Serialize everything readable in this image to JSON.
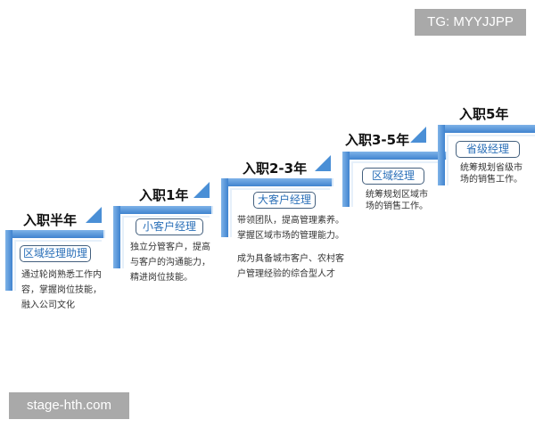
{
  "watermarks": {
    "top_right": "TG: MYYJJPP",
    "bottom_left": "stage-hth.com"
  },
  "steps": [
    {
      "title": "入职半年",
      "role": "区域经理助理",
      "description": [
        "通过轮岗熟悉工作内",
        "容，掌握岗位技能，",
        "融入公司文化"
      ]
    },
    {
      "title": "入职1年",
      "role": "小客户经理",
      "description": [
        "独立分管客户，提高",
        "与客户的沟通能力，",
        "精进岗位技能。"
      ]
    },
    {
      "title": "入职2-3年",
      "role": "大客户经理",
      "description": [
        "带领团队，提高管理素养。",
        "掌握区域市场的管理能力。"
      ],
      "description2": [
        "成为具备城市客户、农村客",
        "户管理经验的综合型人才"
      ]
    },
    {
      "title": "入职3-5年",
      "role": "区域经理",
      "description": [
        "统筹规划区域市",
        "场的销售工作。"
      ]
    },
    {
      "title": "入职5年",
      "role": "省级经理",
      "description": [
        "统筹规划省级市",
        "场的销售工作。"
      ]
    }
  ],
  "colors": {
    "bar_blue": "#3f83cf",
    "badge_text": "#2a6fb8",
    "badge_border": "#44607e",
    "watermark_bg": "#a9a9a9"
  }
}
